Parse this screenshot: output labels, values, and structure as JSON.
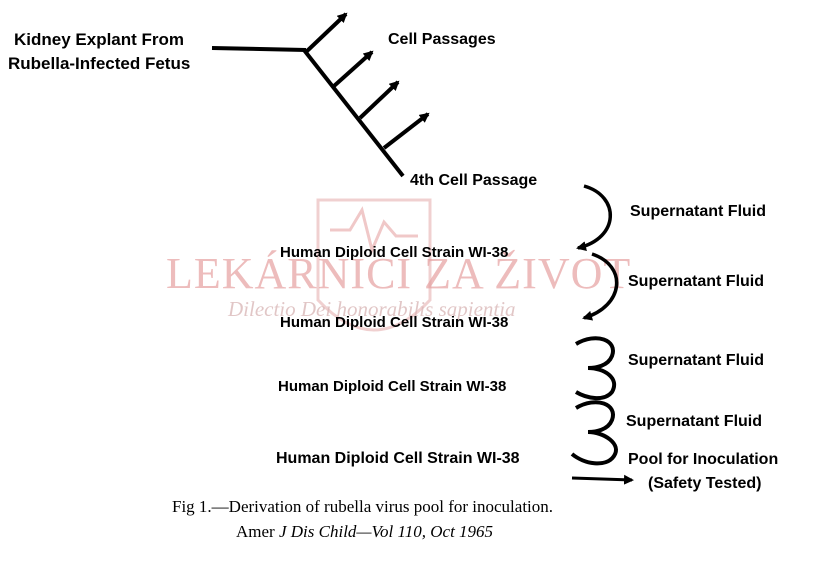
{
  "watermark": {
    "title": "LEKÁRNICI ZA ŽIVOT",
    "motto": "Dilectio Dei honorabilis sapientia"
  },
  "source": {
    "label": "Kidney Explant From",
    "label_line2": "Rubella-Infected Fetus"
  },
  "cell_passages_label": "Cell Passages",
  "fourth_passage_label": "4th Cell Passage",
  "strains": [
    "Human Diploid Cell Strain WI-38",
    "Human Diploid Cell Strain WI-38",
    "Human Diploid Cell Strain WI-38",
    "Human Diploid Cell Strain WI-38"
  ],
  "fluid_labels": [
    "Supernatant Fluid",
    "Supernatant Fluid",
    "Supernatant Fluid",
    "Supernatant Fluid"
  ],
  "pool": {
    "line1": "Pool for Inoculation",
    "line2": "(Safety Tested)"
  },
  "caption": {
    "figure": "Fig 1.—Derivation of rubella virus pool for inoculation.",
    "citation_prefix": "Amer",
    "citation_journal": "J Dis Child—Vol 110, Oct 1965"
  }
}
